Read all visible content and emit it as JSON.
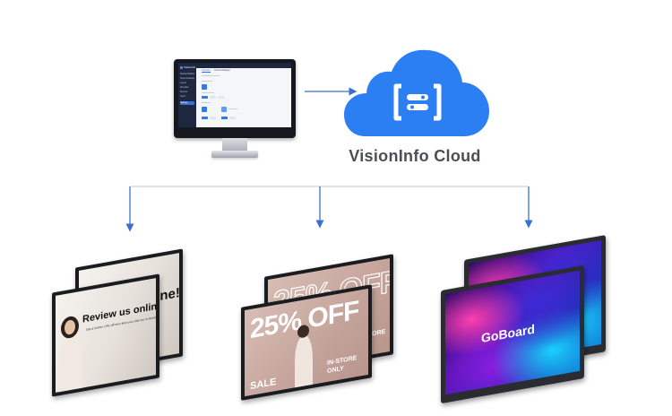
{
  "cloud": {
    "label": "VisionInfo Cloud"
  },
  "app_screen": {
    "brand": "VisionInfo",
    "nav_items": [
      "Display Dashboard",
      "Content Manager",
      "Layout",
      "Schedule",
      "Devices",
      "Users",
      "Settings"
    ],
    "tabs": [
      "Overview",
      "Content Manager"
    ]
  },
  "displays": {
    "review_ad": {
      "headline_front": "Review us online!",
      "headline_back": "line!",
      "subtext": "Get a further 10% off next time you visit our in-store!"
    },
    "sale_ad": {
      "headline": "25% OFF",
      "sale_label": "SALE",
      "instore_label": "IN-STORE",
      "only_label": "ONLY"
    },
    "goboard": {
      "label": "GoBoard"
    }
  },
  "colors": {
    "arrow": "#3b6fd1",
    "cloud": "#2c7ff2",
    "label": "#4a4f57"
  }
}
